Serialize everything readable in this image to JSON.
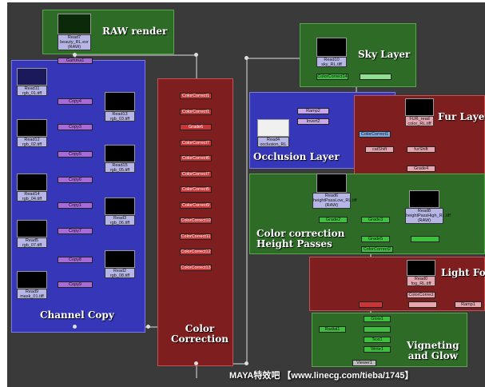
{
  "backdrops": {
    "raw": "RAW render",
    "channel": "Channel Copy",
    "colorcorr": "Color\nCorrection",
    "sky": "Sky Layer",
    "occlusion": "Occlusion Layer",
    "fur": "Fur Layer",
    "height": "Color correction\nHeight Passes",
    "fog": "Light Fog",
    "vignette": "Vigneting\nand Glow"
  },
  "nodes": {
    "read7": "Read7\nbeauty_RL.exr\n(RAW)",
    "gamma1": "Gamma1",
    "read11": "Read11\nrgb_01.tiff",
    "read12": "Read12\nrgb_02.tiff",
    "read13": "Read13\nrgb_03.tiff",
    "read14": "Read14\nrgb_04.tiff",
    "read15": "Read15\nrgb_05.tiff",
    "read3": "Read3\nrgb_06.tiff",
    "read5": "Read5\nrgb_07.tiff",
    "read2": "Read2\nrgb_08.tiff",
    "read9": "Read9\nmask_01.tiff",
    "copy4": "Copy4",
    "copy3": "Copy3",
    "copy5": "Copy5",
    "copy6": "Copy6",
    "copy1": "Copy1",
    "copy7": "Copy7",
    "copy8": "Copy8",
    "copy9": "Copy9",
    "grade6": "Grade6",
    "read10": "Read10\nsky_RL.tiff",
    "colorcorr14": "ColorCorrect14",
    "ramp2": "Ramp2",
    "invert2": "Invert2",
    "read4": "Read4\nocclusion_RL",
    "fur_read": "FUR_read\ncolor_RL.tiff",
    "catshift": "catShift",
    "furshift": "furShift",
    "grade4": "Grade4",
    "read6": "Read6\nheightPassLow_RL.tiff\n(RAW)",
    "read8": "Read8\nheightPassHigh_RL.tiff\n(RAW)",
    "grade2": "Grade2",
    "grade3": "Grade3",
    "grade5": "Grade5",
    "colorcorr2": "ColorCorrect2",
    "read0": "Read0\nfog_RL.tiff",
    "colorcorr_fog": "ColorCorrect",
    "ramp1": "Ramp1",
    "radial1": "Radial1",
    "glow1": "Glow1",
    "text1": "Text1",
    "write1": "Write1",
    "viewer1": "Viewer1",
    "merge_occ": "ColorCorrect1"
  },
  "cc_stack": [
    "ColorCorrect1",
    "ColorCorrect1",
    "Grade6",
    "ColorCorrect7",
    "ColorCorrect6",
    "ColorCorrect7",
    "ColorCorrect5",
    "ColorCorrect9",
    "ColorCorrect10",
    "ColorCorrect11",
    "ColorCorrect12",
    "ColorCorrect13"
  ],
  "watermark": "MAYA特效吧 【www.linecg.com/tieba/1745】"
}
